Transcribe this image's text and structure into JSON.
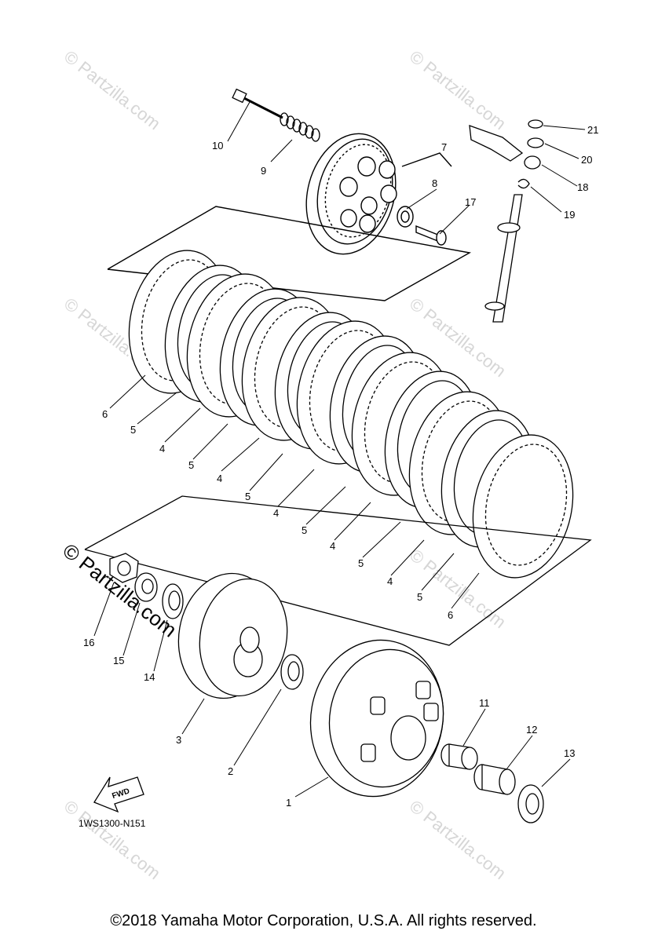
{
  "diagram": {
    "part_labels": {
      "p1": "1",
      "p2": "2",
      "p3": "3",
      "p4a": "4",
      "p4b": "4",
      "p4c": "4",
      "p4d": "4",
      "p4e": "4",
      "p5a": "5",
      "p5b": "5",
      "p5c": "5",
      "p5d": "5",
      "p5e": "5",
      "p5f": "5",
      "p6a": "6",
      "p6b": "6",
      "p7": "7",
      "p8": "8",
      "p9": "9",
      "p10": "10",
      "p11": "11",
      "p12": "12",
      "p13": "13",
      "p14": "14",
      "p15": "15",
      "p16": "16",
      "p17": "17",
      "p18": "18",
      "p19": "19",
      "p20": "20",
      "p21": "21"
    },
    "fwd_label": "FWD",
    "diagram_code": "1WS1300-N151",
    "watermark_big": "© Partzilla.com",
    "watermark_small": "© Partzilla.com"
  },
  "copyright": "©2018  Yamaha Motor Corporation, U.S.A. All rights reserved."
}
